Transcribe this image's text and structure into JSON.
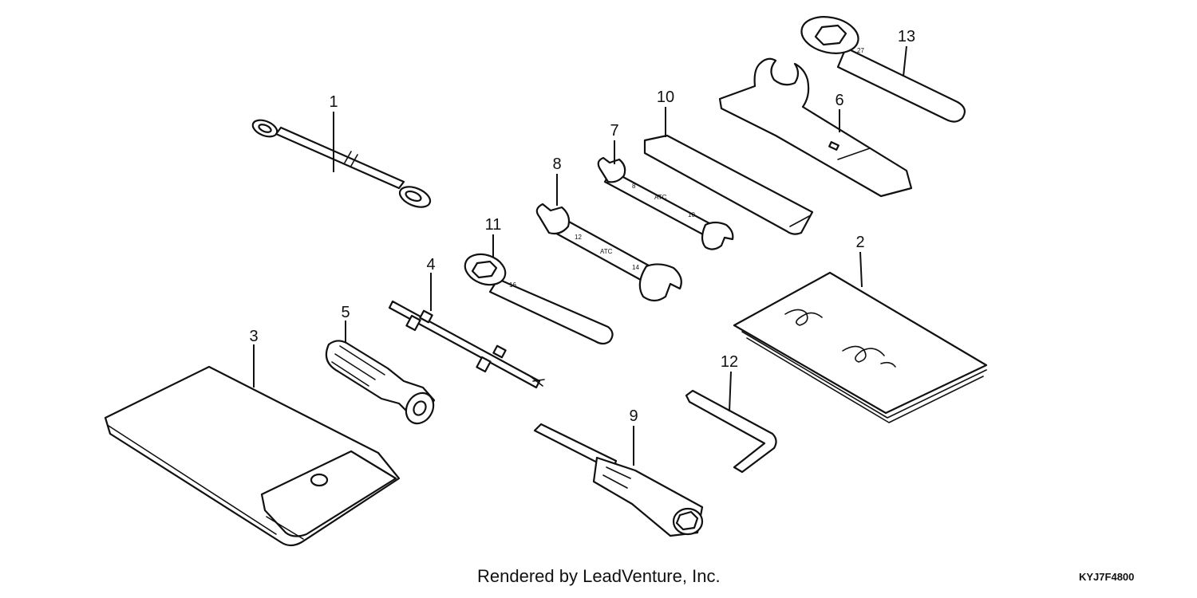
{
  "diagram": {
    "callouts": [
      "1",
      "2",
      "3",
      "4",
      "5",
      "6",
      "7",
      "8",
      "9",
      "10",
      "11",
      "12",
      "13"
    ],
    "wrench_markings": {
      "small_wrench": [
        "8",
        "ATC",
        "10"
      ],
      "medium_wrench": [
        "12",
        "ATC",
        "14"
      ],
      "ring_wrench_11": "16",
      "ring_wrench_13": "27"
    }
  },
  "footer": {
    "credit": "Rendered by LeadVenture, Inc.",
    "diagram_code": "KYJ7F4800"
  }
}
